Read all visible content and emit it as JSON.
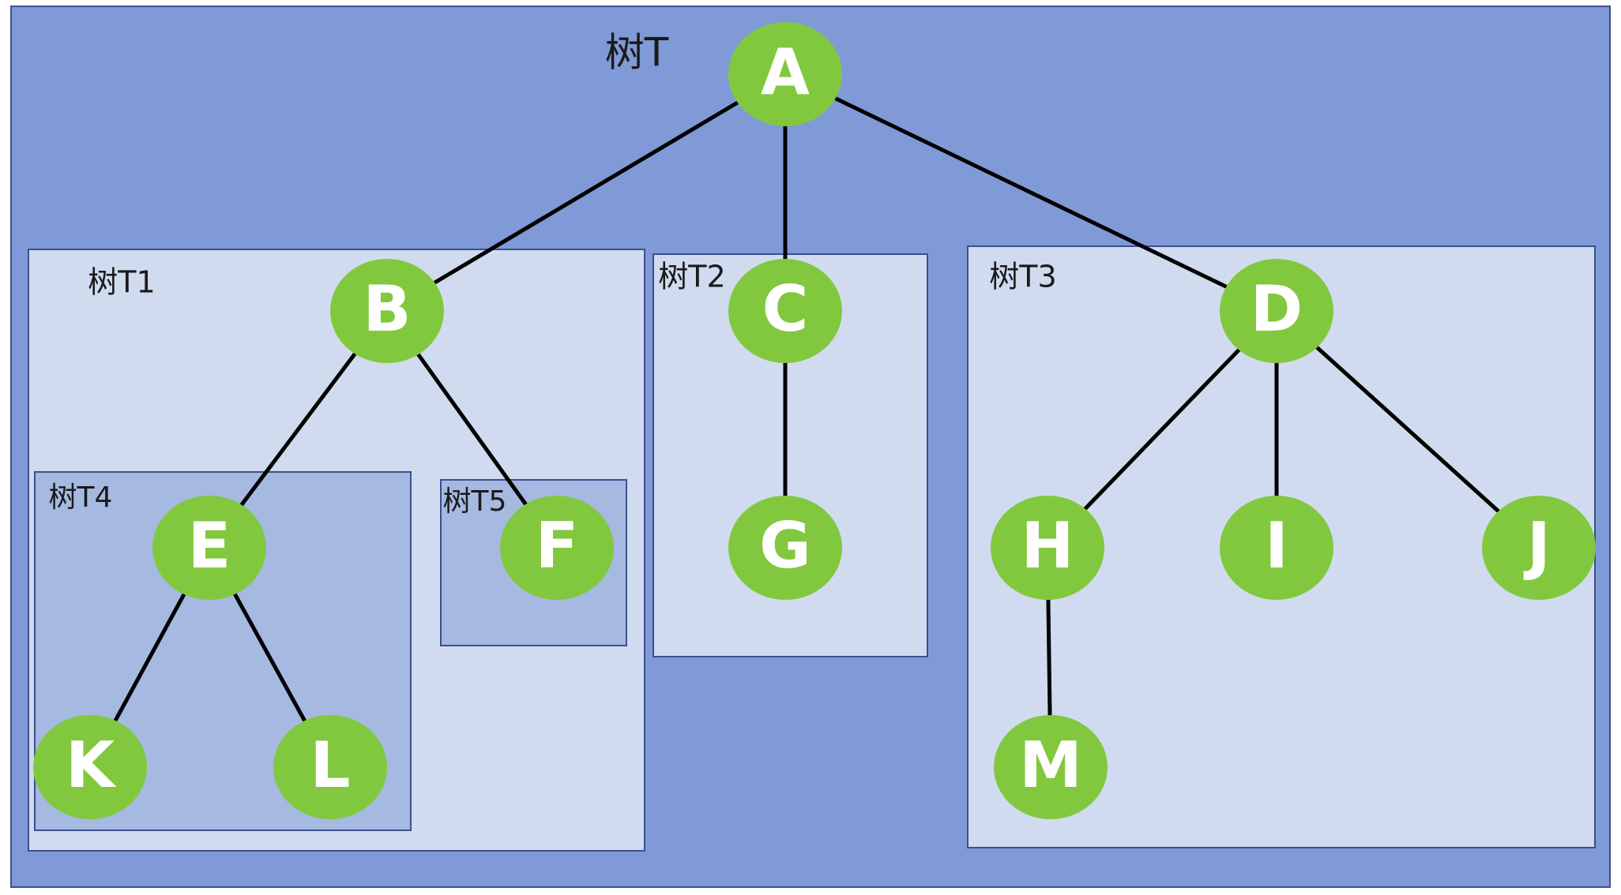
{
  "diagram": {
    "colors": {
      "outer_fill": "#7f9ad6",
      "outer_border": "#3d4f8c",
      "light_fill": "#d0dbef",
      "light_border": "#3d4f8c",
      "mid_fill": "#a5b9e1",
      "node_fill": "#82c83f",
      "node_text": "#ffffff",
      "edge": "#000000"
    },
    "regions": [
      {
        "id": "T",
        "label": "树T",
        "style": "outer"
      },
      {
        "id": "T1",
        "label": "树T1",
        "style": "light"
      },
      {
        "id": "T2",
        "label": "树T2",
        "style": "light"
      },
      {
        "id": "T3",
        "label": "树T3",
        "style": "light"
      },
      {
        "id": "T4",
        "label": "树T4",
        "style": "mid"
      },
      {
        "id": "T5",
        "label": "树T5",
        "style": "mid"
      }
    ],
    "nodes": [
      "A",
      "B",
      "C",
      "D",
      "E",
      "F",
      "G",
      "H",
      "I",
      "J",
      "K",
      "L",
      "M"
    ],
    "edges": [
      [
        "A",
        "B"
      ],
      [
        "A",
        "C"
      ],
      [
        "A",
        "D"
      ],
      [
        "B",
        "E"
      ],
      [
        "B",
        "F"
      ],
      [
        "C",
        "G"
      ],
      [
        "D",
        "H"
      ],
      [
        "D",
        "I"
      ],
      [
        "D",
        "J"
      ],
      [
        "E",
        "K"
      ],
      [
        "E",
        "L"
      ],
      [
        "H",
        "M"
      ]
    ]
  }
}
